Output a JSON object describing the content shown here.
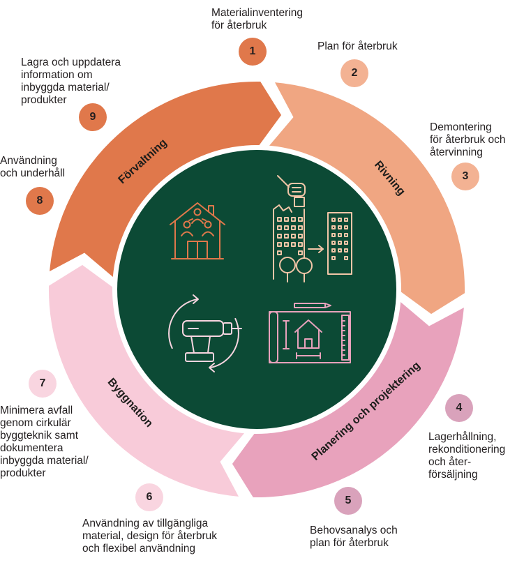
{
  "diagram": {
    "center_color": "#0c4a35",
    "phases": [
      {
        "label": "Förvaltning",
        "color": "#e0784b"
      },
      {
        "label": "Rivning",
        "color": "#f0a682"
      },
      {
        "label": "Planering och projektering",
        "color": "#e8a2bc"
      },
      {
        "label": "Byggnation",
        "color": "#f8cbd9"
      }
    ],
    "steps": [
      {
        "number": "1",
        "color": "#e0784b",
        "lines": [
          "Materialinventering",
          "för återbruk"
        ]
      },
      {
        "number": "2",
        "color": "#f3b293",
        "lines": [
          "Plan för återbruk"
        ]
      },
      {
        "number": "3",
        "color": "#f3b293",
        "lines": [
          "Demontering",
          "för återbruk och",
          "återvinning"
        ]
      },
      {
        "number": "4",
        "color": "#d9a2bb",
        "lines": [
          "Lagerhållning,",
          "rekonditionering",
          "och åter-",
          "försäljning"
        ]
      },
      {
        "number": "5",
        "color": "#d9a2bb",
        "lines": [
          "Behovsanalys och",
          "plan för återbruk"
        ]
      },
      {
        "number": "6",
        "color": "#f9d5e0",
        "lines": [
          "Användning av tillgängliga",
          "material, design för återbruk",
          "och flexibel användning"
        ]
      },
      {
        "number": "7",
        "color": "#f9d5e0",
        "lines": [
          "Minimera avfall",
          "genom cirkulär",
          "byggteknik samt",
          "dokumentera",
          "inbyggda material/",
          "produkter"
        ]
      },
      {
        "number": "8",
        "color": "#e0784b",
        "lines": [
          "Användning",
          "och underhåll"
        ]
      },
      {
        "number": "9",
        "color": "#e0784b",
        "lines": [
          "Lagra och uppdatera",
          "information om",
          "inbyggda material/",
          "produkter"
        ]
      }
    ],
    "icons": [
      {
        "name": "house-with-people-icon",
        "color": "#e0784b"
      },
      {
        "name": "demolition-hand-building-icon",
        "color": "#f2c6a8"
      },
      {
        "name": "drill-circular-arrows-icon",
        "color": "#f8d5e0"
      },
      {
        "name": "blueprint-house-plan-icon",
        "color": "#e8a2bc"
      }
    ]
  }
}
